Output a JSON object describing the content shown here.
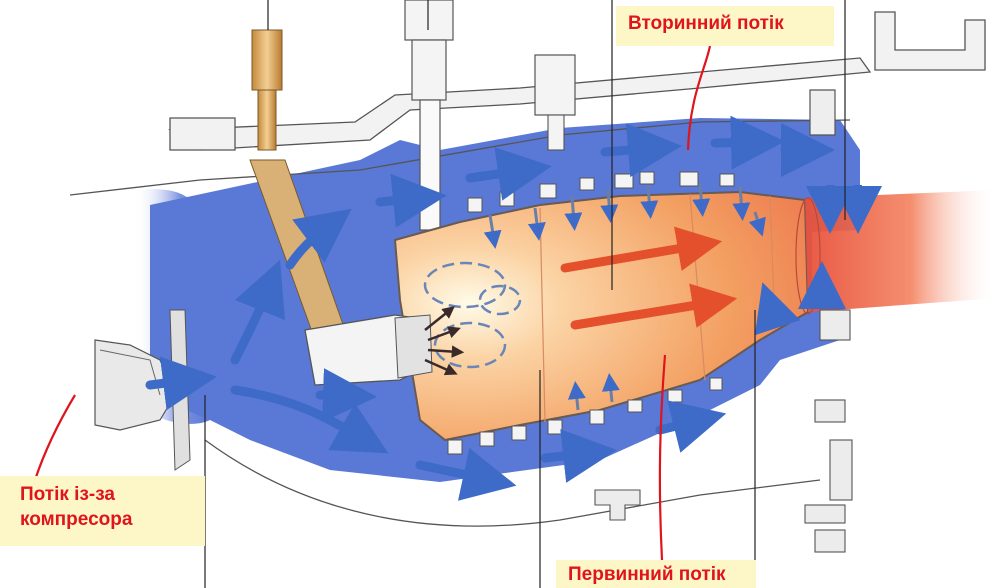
{
  "labels": {
    "secondary_flow": "Вторинний потік",
    "compressor_flow_line1": "Потік із-за",
    "compressor_flow_line2": "компресора",
    "primary_flow": "Первинний потік"
  },
  "colors": {
    "blue_flow": "#5a78d6",
    "blue_arrow": "#3d6bc7",
    "flame_orange": "#f4a36a",
    "hot_red": "#e8503a",
    "label_text": "#e0141c",
    "label_bg": "#fdf7c8",
    "metal_outline": "#555555"
  }
}
